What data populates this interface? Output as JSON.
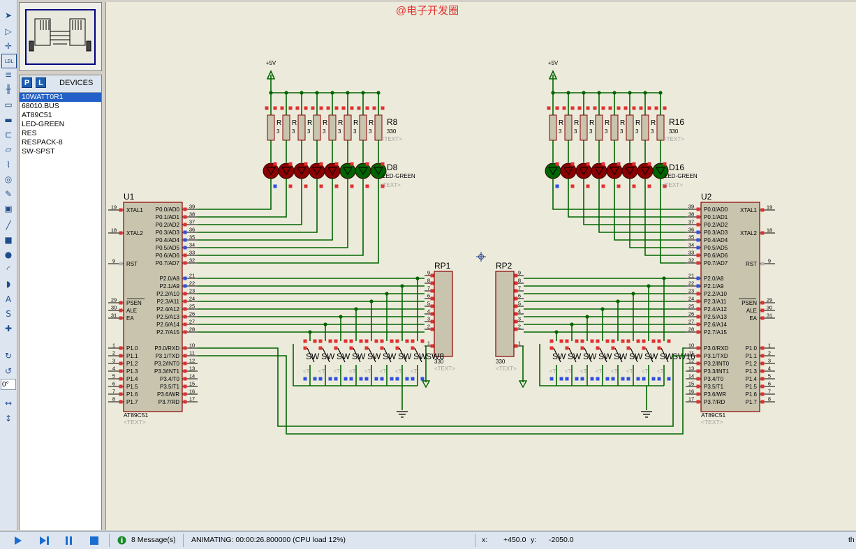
{
  "watermark": "@电子开发圈",
  "panel": {
    "pick_button": "P",
    "library_button": "L",
    "title": "DEVICES",
    "devices": [
      "10WATT0R1",
      "68010.BUS",
      "AT89C51",
      "LED-GREEN",
      "RES",
      "RESPACK-8",
      "SW-SPST"
    ],
    "selected_index": 0
  },
  "toolbar": {
    "rotation_value": "0°",
    "icons": [
      "select-arrow-icon",
      "component-icon",
      "junction-icon",
      "wire-label-icon",
      "text-script-icon",
      "bus-icon",
      "subcircuit-icon",
      "terminal-icon",
      "device-pin-icon",
      "graph-icon",
      "tape-recorder-icon",
      "generator-icon",
      "voltage-probe-icon",
      "virtual-instrument-icon",
      "line-icon",
      "box-icon",
      "circle-icon",
      "arc-icon",
      "path-icon",
      "text-icon",
      "symbol-icon",
      "marker-icon",
      "rotate-cw-icon",
      "rotate-ccw-icon",
      "flip-horizontal-icon",
      "flip-vertical-icon"
    ]
  },
  "schematic": {
    "power_label": "+5V",
    "left": {
      "mcu_ref": "U1",
      "mcu_part": "AT89C51",
      "mcu_text": "<TEXT>",
      "pack_ref": "RP1",
      "pack_value": "330",
      "pack_text": "<TEXT>",
      "resistor_last_ref": "R8",
      "led_last_ref": "D8",
      "switch_last_ref": "SW8"
    },
    "right": {
      "mcu_ref": "U2",
      "mcu_part": "AT89C51",
      "mcu_text": "<TEXT>",
      "pack_ref": "RP2",
      "pack_value": "330",
      "pack_text": "<TEXT>",
      "resistor_last_ref": "R16",
      "led_last_ref": "D16",
      "switch_last_ref": "SW16"
    },
    "resistor_value": "330",
    "text_placeholder": "<TEXT>",
    "led_part": "LED-GREEN",
    "pins": {
      "port0": [
        [
          "P0.0/AD0",
          "39"
        ],
        [
          "P0.1/AD1",
          "38"
        ],
        [
          "P0.2/AD2",
          "37"
        ],
        [
          "P0.3/AD3",
          "36"
        ],
        [
          "P0.4/AD4",
          "35"
        ],
        [
          "P0.5/AD5",
          "34"
        ],
        [
          "P0.6/AD6",
          "33"
        ],
        [
          "P0.7/AD7",
          "32"
        ]
      ],
      "port2": [
        [
          "P2.0/A8",
          "21"
        ],
        [
          "P2.1/A9",
          "22"
        ],
        [
          "P2.2/A10",
          "23"
        ],
        [
          "P2.3/A11",
          "24"
        ],
        [
          "P2.4/A12",
          "25"
        ],
        [
          "P2.5/A13",
          "26"
        ],
        [
          "P2.6/A14",
          "27"
        ],
        [
          "P2.7/A15",
          "28"
        ]
      ],
      "port3": [
        [
          "P3.0/RXD",
          "10"
        ],
        [
          "P3.1/TXD",
          "11"
        ],
        [
          "P3.2/INT0",
          "12"
        ],
        [
          "P3.3/INT1",
          "13"
        ],
        [
          "P3.4/T0",
          "14"
        ],
        [
          "P3.5/T1",
          "15"
        ],
        [
          "P3.6/WR",
          "16"
        ],
        [
          "P3.7/RD",
          "17"
        ]
      ],
      "port1": [
        [
          "P1.0",
          "1"
        ],
        [
          "P1.1",
          "2"
        ],
        [
          "P1.2",
          "3"
        ],
        [
          "P1.3",
          "4"
        ],
        [
          "P1.4",
          "5"
        ],
        [
          "P1.5",
          "6"
        ],
        [
          "P1.6",
          "7"
        ],
        [
          "P1.7",
          "8"
        ]
      ],
      "ctrl": [
        [
          "XTAL1",
          "19"
        ],
        [
          "XTAL2",
          "18"
        ],
        [
          "RST",
          "9"
        ],
        [
          "PSEN",
          "29"
        ],
        [
          "ALE",
          "30"
        ],
        [
          "EA",
          "31"
        ]
      ]
    },
    "pack_pins": [
      "9",
      "8",
      "7",
      "6",
      "5",
      "4",
      "3",
      "2",
      "1"
    ]
  },
  "status": {
    "messages": "8 Message(s)",
    "animating": "ANIMATING: 00:00:26.800000 (CPU load 12%)",
    "x_label": "x:",
    "x_value": "+450.0",
    "y_label": "y:",
    "y_value": "-2050.0",
    "trailing": "th"
  },
  "colors": {
    "wire": "#006400",
    "component_fill": "#c8c4ae",
    "component_stroke": "#8b0000",
    "led_on": "#006400",
    "led_off": "#8b0000",
    "pin_red": "#e03030",
    "pin_blue": "#3050e0",
    "placeholder_text": "#a0a0a0"
  }
}
